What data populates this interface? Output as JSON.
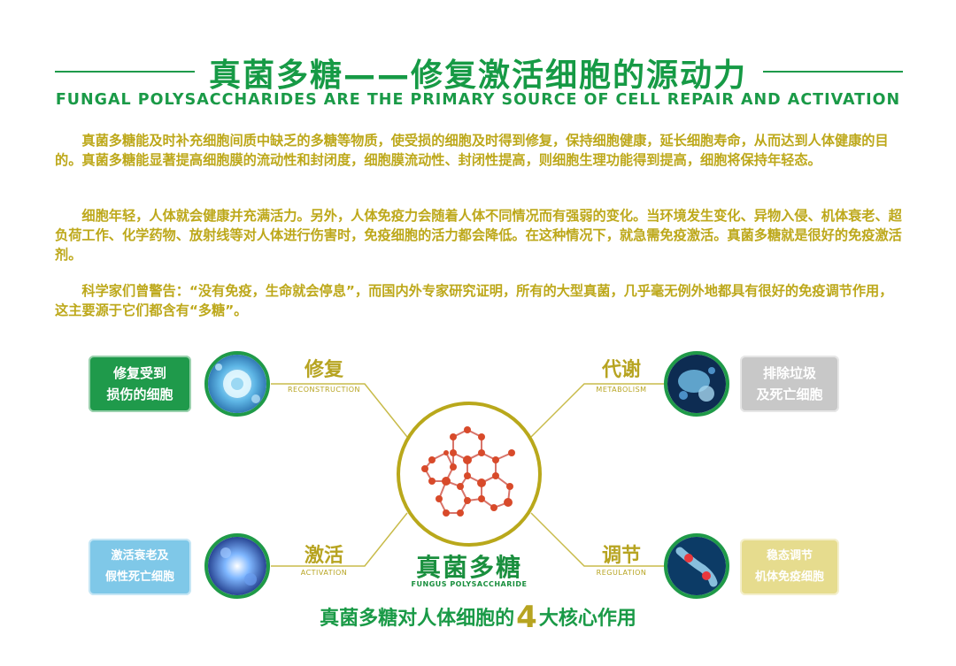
{
  "header": {
    "title": "真菌多糖——修复激活细胞的源动力",
    "subtitle": "FUNGAL POLYSACCHARIDES ARE THE PRIMARY SOURCE OF CELL REPAIR AND ACTIVATION"
  },
  "paragraphs": [
    "真菌多糖能及时补充细胞间质中缺乏的多糖等物质，使受损的细胞及时得到修复，保持细胞健康，延长细胞寿命，从而达到人体健康的目的。真菌多糖能显著提高细胞膜的流动性和封闭度，细胞膜流动性、封闭性提高，则细胞生理功能得到提高，细胞将保持年轻态。",
    "细胞年轻，人体就会健康并充满活力。另外，人体免疫力会随着人体不同情况而有强弱的变化。当环境发生变化、异物入侵、机体衰老、超负荷工作、化学药物、放射线等对人体进行伤害时，免疫细胞的活力都会降低。在这种情况下，就急需免疫激活。真菌多糖就是很好的免疫激活剂。",
    "科学家们曾警告：“没有免疫，生命就会停息”，而国内外专家研究证明，所有的大型真菌，几乎毫无例外地都具有很好的免疫调节作用，这主要源于它们都含有“多糖”。"
  ],
  "diagram": {
    "center": {
      "cn": "真菌多糖",
      "en": "FUNGUS POLYSACCHARIDE"
    },
    "caption_pre": "真菌多糖对人体细胞的",
    "caption_num": "4",
    "caption_post": "大核心作用",
    "items": [
      {
        "cn": "修复",
        "en": "RECONSTRUCTION",
        "box_line1": "修复受到",
        "box_line2": "损伤的细胞",
        "box_color": "#1f9a4b"
      },
      {
        "cn": "代谢",
        "en": "METABOLISM",
        "box_line1": "排除垃圾",
        "box_line2": "及死亡细胞",
        "box_color": "#c8c8c8"
      },
      {
        "cn": "激活",
        "en": "ACTIVATION",
        "box_line1": "激活衰老及",
        "box_line2": "假性死亡细胞",
        "box_color": "#7fc8e8"
      },
      {
        "cn": "调节",
        "en": "REGULATION",
        "box_line1": "稳态调节",
        "box_line2": "机体免疫细胞",
        "box_color": "#e6dc8e"
      }
    ]
  }
}
